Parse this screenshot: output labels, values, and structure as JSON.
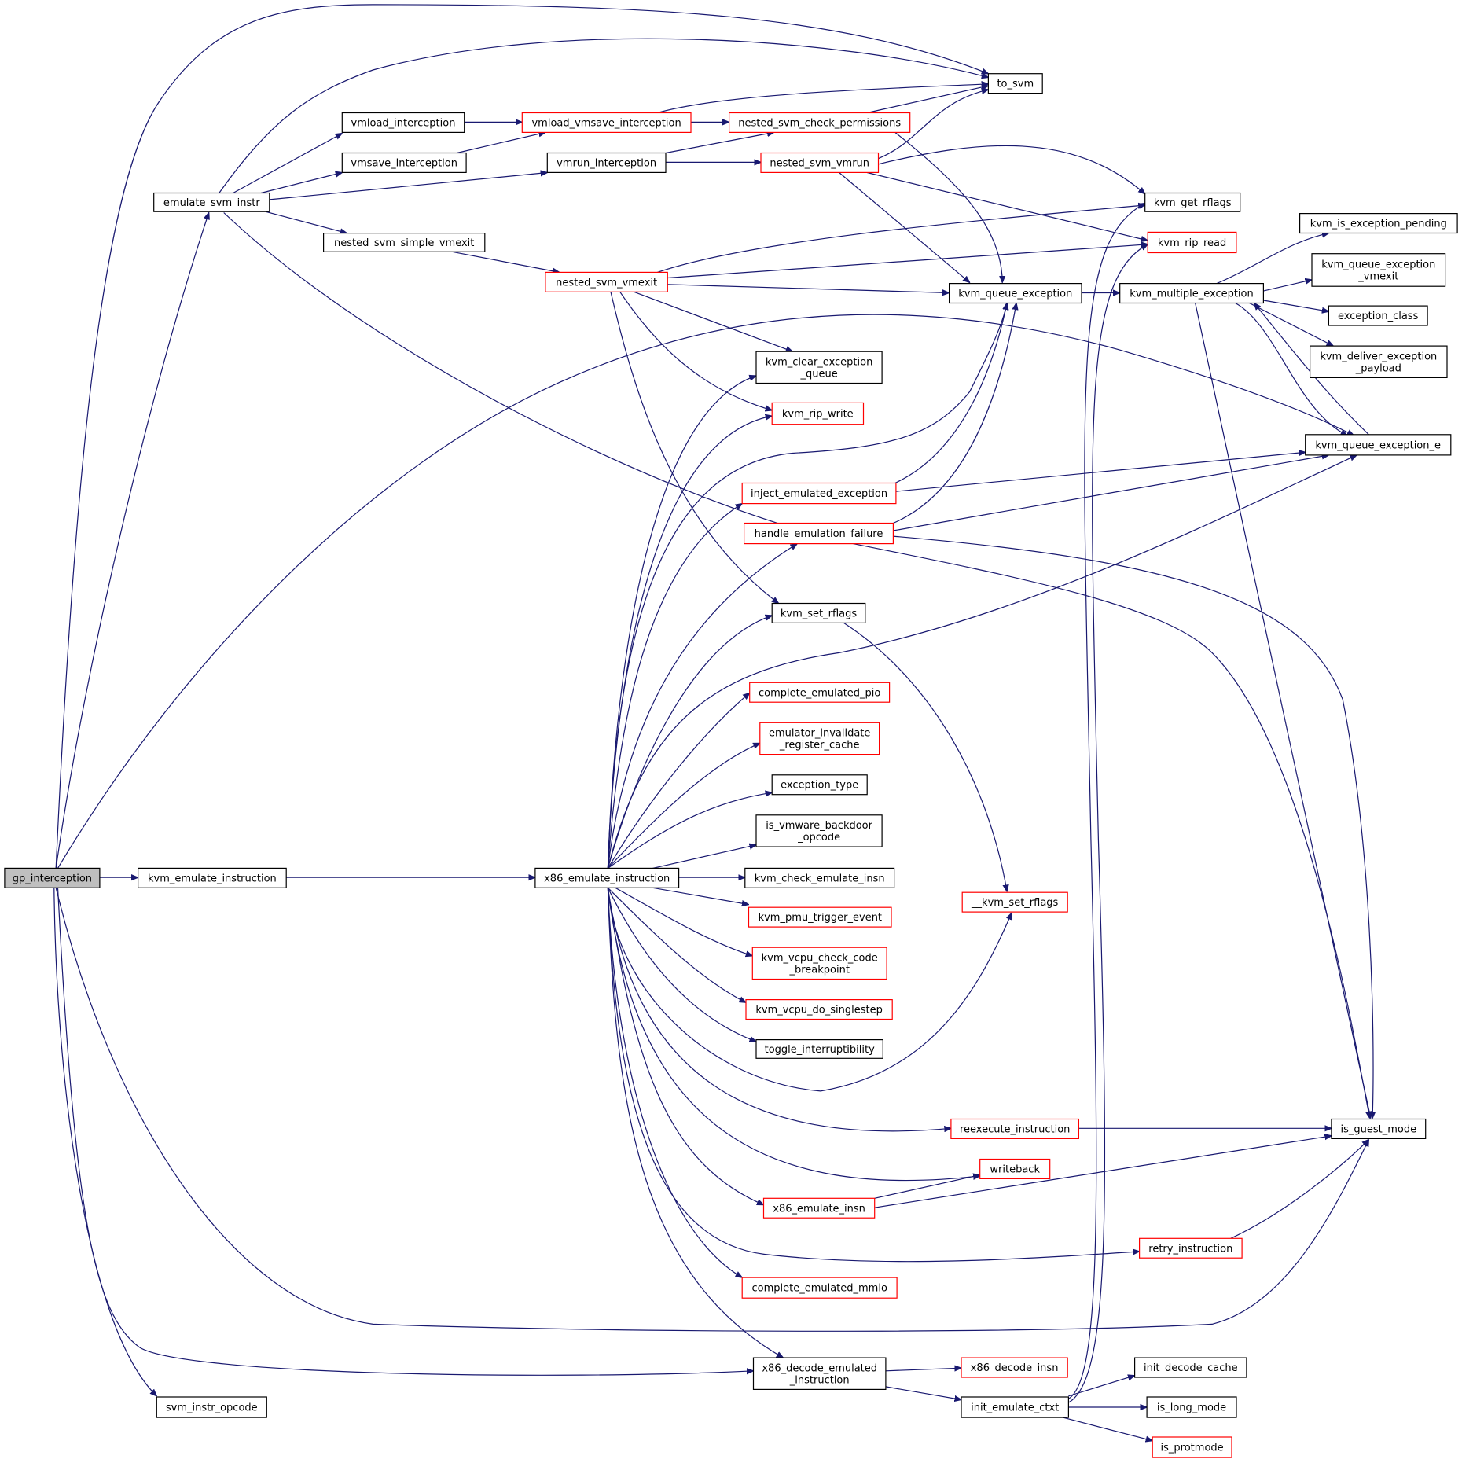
{
  "diagram": {
    "type": "call-graph",
    "root": "gp_interception",
    "colors": {
      "edge": "#191970",
      "regular_border": "#000000",
      "truncated_border": "#ff0000",
      "root_fill": "#bfbfbf"
    },
    "nodes": [
      {
        "id": "gp_interception",
        "lines": [
          "gp_interception"
        ],
        "style": "root"
      },
      {
        "id": "kvm_emulate_instruction",
        "lines": [
          "kvm_emulate_instruction"
        ],
        "style": "black"
      },
      {
        "id": "emulate_svm_instr",
        "lines": [
          "emulate_svm_instr"
        ],
        "style": "black"
      },
      {
        "id": "svm_instr_opcode",
        "lines": [
          "svm_instr_opcode"
        ],
        "style": "black"
      },
      {
        "id": "to_svm",
        "lines": [
          "to_svm"
        ],
        "style": "black"
      },
      {
        "id": "vmload_interception",
        "lines": [
          "vmload_interception"
        ],
        "style": "black"
      },
      {
        "id": "vmsave_interception",
        "lines": [
          "vmsave_interception"
        ],
        "style": "black"
      },
      {
        "id": "nested_svm_simple_vmexit",
        "lines": [
          "nested_svm_simple_vmexit"
        ],
        "style": "black"
      },
      {
        "id": "vmload_vmsave_interception",
        "lines": [
          "vmload_vmsave_interception"
        ],
        "style": "red"
      },
      {
        "id": "vmrun_interception",
        "lines": [
          "vmrun_interception"
        ],
        "style": "black"
      },
      {
        "id": "nested_svm_vmexit",
        "lines": [
          "nested_svm_vmexit"
        ],
        "style": "red"
      },
      {
        "id": "x86_emulate_instruction",
        "lines": [
          "x86_emulate_instruction"
        ],
        "style": "black"
      },
      {
        "id": "nested_svm_check_permissions",
        "lines": [
          "nested_svm_check_permissions"
        ],
        "style": "red"
      },
      {
        "id": "nested_svm_vmrun",
        "lines": [
          "nested_svm_vmrun"
        ],
        "style": "red"
      },
      {
        "id": "kvm_clear_exception_queue",
        "lines": [
          "kvm_clear_exception",
          "_queue"
        ],
        "style": "black"
      },
      {
        "id": "kvm_rip_write",
        "lines": [
          "kvm_rip_write"
        ],
        "style": "red"
      },
      {
        "id": "inject_emulated_exception",
        "lines": [
          "inject_emulated_exception"
        ],
        "style": "red"
      },
      {
        "id": "handle_emulation_failure",
        "lines": [
          "handle_emulation_failure"
        ],
        "style": "red"
      },
      {
        "id": "kvm_set_rflags",
        "lines": [
          "kvm_set_rflags"
        ],
        "style": "black"
      },
      {
        "id": "complete_emulated_pio",
        "lines": [
          "complete_emulated_pio"
        ],
        "style": "red"
      },
      {
        "id": "emulator_invalidate_register_cache",
        "lines": [
          "emulator_invalidate",
          "_register_cache"
        ],
        "style": "red"
      },
      {
        "id": "exception_type",
        "lines": [
          "exception_type"
        ],
        "style": "black"
      },
      {
        "id": "is_vmware_backdoor_opcode",
        "lines": [
          "is_vmware_backdoor",
          "_opcode"
        ],
        "style": "black"
      },
      {
        "id": "kvm_check_emulate_insn",
        "lines": [
          "kvm_check_emulate_insn"
        ],
        "style": "black"
      },
      {
        "id": "kvm_pmu_trigger_event",
        "lines": [
          "kvm_pmu_trigger_event"
        ],
        "style": "red"
      },
      {
        "id": "kvm_vcpu_check_code_breakpoint",
        "lines": [
          "kvm_vcpu_check_code",
          "_breakpoint"
        ],
        "style": "red"
      },
      {
        "id": "kvm_vcpu_do_singlestep",
        "lines": [
          "kvm_vcpu_do_singlestep"
        ],
        "style": "red"
      },
      {
        "id": "toggle_interruptibility",
        "lines": [
          "toggle_interruptibility"
        ],
        "style": "black"
      },
      {
        "id": "x86_emulate_insn",
        "lines": [
          "x86_emulate_insn"
        ],
        "style": "red"
      },
      {
        "id": "complete_emulated_mmio",
        "lines": [
          "complete_emulated_mmio"
        ],
        "style": "red"
      },
      {
        "id": "x86_decode_emulated_instruction",
        "lines": [
          "x86_decode_emulated",
          "_instruction"
        ],
        "style": "black"
      },
      {
        "id": "kvm_queue_exception",
        "lines": [
          "kvm_queue_exception"
        ],
        "style": "black"
      },
      {
        "id": "kvm_get_rflags",
        "lines": [
          "kvm_get_rflags"
        ],
        "style": "black"
      },
      {
        "id": "kvm_rip_read",
        "lines": [
          "kvm_rip_read"
        ],
        "style": "red"
      },
      {
        "id": "__kvm_set_rflags",
        "lines": [
          "__kvm_set_rflags"
        ],
        "style": "red"
      },
      {
        "id": "reexecute_instruction",
        "lines": [
          "reexecute_instruction"
        ],
        "style": "red"
      },
      {
        "id": "writeback",
        "lines": [
          "writeback"
        ],
        "style": "red"
      },
      {
        "id": "x86_decode_insn",
        "lines": [
          "x86_decode_insn"
        ],
        "style": "red"
      },
      {
        "id": "init_emulate_ctxt",
        "lines": [
          "init_emulate_ctxt"
        ],
        "style": "black"
      },
      {
        "id": "kvm_multiple_exception",
        "lines": [
          "kvm_multiple_exception"
        ],
        "style": "black"
      },
      {
        "id": "retry_instruction",
        "lines": [
          "retry_instruction"
        ],
        "style": "red"
      },
      {
        "id": "init_decode_cache",
        "lines": [
          "init_decode_cache"
        ],
        "style": "black"
      },
      {
        "id": "is_long_mode",
        "lines": [
          "is_long_mode"
        ],
        "style": "black"
      },
      {
        "id": "is_protmode",
        "lines": [
          "is_protmode"
        ],
        "style": "red"
      },
      {
        "id": "kvm_is_exception_pending",
        "lines": [
          "kvm_is_exception_pending"
        ],
        "style": "black"
      },
      {
        "id": "kvm_queue_exception_vmexit",
        "lines": [
          "kvm_queue_exception",
          "_vmexit"
        ],
        "style": "black"
      },
      {
        "id": "exception_class",
        "lines": [
          "exception_class"
        ],
        "style": "black"
      },
      {
        "id": "kvm_deliver_exception_payload",
        "lines": [
          "kvm_deliver_exception",
          "_payload"
        ],
        "style": "black"
      },
      {
        "id": "kvm_queue_exception_e",
        "lines": [
          "kvm_queue_exception_e"
        ],
        "style": "black"
      },
      {
        "id": "is_guest_mode",
        "lines": [
          "is_guest_mode"
        ],
        "style": "black"
      }
    ],
    "edges": [
      [
        "gp_interception",
        "kvm_emulate_instruction"
      ],
      [
        "gp_interception",
        "emulate_svm_instr"
      ],
      [
        "gp_interception",
        "svm_instr_opcode"
      ],
      [
        "gp_interception",
        "to_svm"
      ],
      [
        "gp_interception",
        "kvm_queue_exception_e"
      ],
      [
        "gp_interception",
        "is_guest_mode"
      ],
      [
        "gp_interception",
        "x86_decode_emulated_instruction"
      ],
      [
        "kvm_emulate_instruction",
        "x86_emulate_instruction"
      ],
      [
        "emulate_svm_instr",
        "to_svm"
      ],
      [
        "emulate_svm_instr",
        "vmload_interception"
      ],
      [
        "emulate_svm_instr",
        "vmsave_interception"
      ],
      [
        "emulate_svm_instr",
        "vmrun_interception"
      ],
      [
        "emulate_svm_instr",
        "nested_svm_simple_vmexit"
      ],
      [
        "emulate_svm_instr",
        "is_guest_mode"
      ],
      [
        "vmload_interception",
        "vmload_vmsave_interception"
      ],
      [
        "vmsave_interception",
        "vmload_vmsave_interception"
      ],
      [
        "vmload_vmsave_interception",
        "to_svm"
      ],
      [
        "vmload_vmsave_interception",
        "nested_svm_check_permissions"
      ],
      [
        "vmrun_interception",
        "nested_svm_check_permissions"
      ],
      [
        "vmrun_interception",
        "nested_svm_vmrun"
      ],
      [
        "nested_svm_simple_vmexit",
        "nested_svm_vmexit"
      ],
      [
        "nested_svm_check_permissions",
        "to_svm"
      ],
      [
        "nested_svm_check_permissions",
        "kvm_queue_exception"
      ],
      [
        "nested_svm_vmrun",
        "to_svm"
      ],
      [
        "nested_svm_vmrun",
        "kvm_get_rflags"
      ],
      [
        "nested_svm_vmrun",
        "kvm_rip_read"
      ],
      [
        "nested_svm_vmrun",
        "kvm_queue_exception"
      ],
      [
        "nested_svm_vmexit",
        "kvm_get_rflags"
      ],
      [
        "nested_svm_vmexit",
        "kvm_rip_read"
      ],
      [
        "nested_svm_vmexit",
        "kvm_queue_exception"
      ],
      [
        "nested_svm_vmexit",
        "kvm_clear_exception_queue"
      ],
      [
        "nested_svm_vmexit",
        "kvm_rip_write"
      ],
      [
        "nested_svm_vmexit",
        "kvm_set_rflags"
      ],
      [
        "x86_emulate_instruction",
        "kvm_clear_exception_queue"
      ],
      [
        "x86_emulate_instruction",
        "kvm_rip_write"
      ],
      [
        "x86_emulate_instruction",
        "kvm_queue_exception"
      ],
      [
        "x86_emulate_instruction",
        "inject_emulated_exception"
      ],
      [
        "x86_emulate_instruction",
        "handle_emulation_failure"
      ],
      [
        "x86_emulate_instruction",
        "kvm_set_rflags"
      ],
      [
        "x86_emulate_instruction",
        "kvm_queue_exception_e"
      ],
      [
        "x86_emulate_instruction",
        "complete_emulated_pio"
      ],
      [
        "x86_emulate_instruction",
        "emulator_invalidate_register_cache"
      ],
      [
        "x86_emulate_instruction",
        "exception_type"
      ],
      [
        "x86_emulate_instruction",
        "is_vmware_backdoor_opcode"
      ],
      [
        "x86_emulate_instruction",
        "kvm_check_emulate_insn"
      ],
      [
        "x86_emulate_instruction",
        "kvm_pmu_trigger_event"
      ],
      [
        "x86_emulate_instruction",
        "kvm_vcpu_check_code_breakpoint"
      ],
      [
        "x86_emulate_instruction",
        "kvm_vcpu_do_singlestep"
      ],
      [
        "x86_emulate_instruction",
        "toggle_interruptibility"
      ],
      [
        "x86_emulate_instruction",
        "__kvm_set_rflags"
      ],
      [
        "x86_emulate_instruction",
        "reexecute_instruction"
      ],
      [
        "x86_emulate_instruction",
        "writeback"
      ],
      [
        "x86_emulate_instruction",
        "x86_emulate_insn"
      ],
      [
        "x86_emulate_instruction",
        "retry_instruction"
      ],
      [
        "x86_emulate_instruction",
        "complete_emulated_mmio"
      ],
      [
        "x86_emulate_instruction",
        "x86_decode_emulated_instruction"
      ],
      [
        "inject_emulated_exception",
        "kvm_queue_exception"
      ],
      [
        "inject_emulated_exception",
        "kvm_queue_exception_e"
      ],
      [
        "handle_emulation_failure",
        "kvm_queue_exception"
      ],
      [
        "handle_emulation_failure",
        "kvm_queue_exception_e"
      ],
      [
        "handle_emulation_failure",
        "is_guest_mode"
      ],
      [
        "kvm_set_rflags",
        "__kvm_set_rflags"
      ],
      [
        "reexecute_instruction",
        "is_guest_mode"
      ],
      [
        "x86_emulate_insn",
        "writeback"
      ],
      [
        "x86_emulate_insn",
        "is_guest_mode"
      ],
      [
        "retry_instruction",
        "is_guest_mode"
      ],
      [
        "x86_decode_emulated_instruction",
        "x86_decode_insn"
      ],
      [
        "x86_decode_emulated_instruction",
        "init_emulate_ctxt"
      ],
      [
        "init_emulate_ctxt",
        "kvm_get_rflags"
      ],
      [
        "init_emulate_ctxt",
        "kvm_rip_read"
      ],
      [
        "init_emulate_ctxt",
        "init_decode_cache"
      ],
      [
        "init_emulate_ctxt",
        "is_long_mode"
      ],
      [
        "init_emulate_ctxt",
        "is_protmode"
      ],
      [
        "kvm_queue_exception",
        "kvm_multiple_exception"
      ],
      [
        "kvm_multiple_exception",
        "kvm_is_exception_pending"
      ],
      [
        "kvm_multiple_exception",
        "kvm_queue_exception_vmexit"
      ],
      [
        "kvm_multiple_exception",
        "exception_class"
      ],
      [
        "kvm_multiple_exception",
        "kvm_deliver_exception_payload"
      ],
      [
        "kvm_multiple_exception",
        "kvm_queue_exception_e"
      ],
      [
        "kvm_multiple_exception",
        "is_guest_mode"
      ],
      [
        "kvm_queue_exception_e",
        "kvm_multiple_exception"
      ]
    ]
  }
}
